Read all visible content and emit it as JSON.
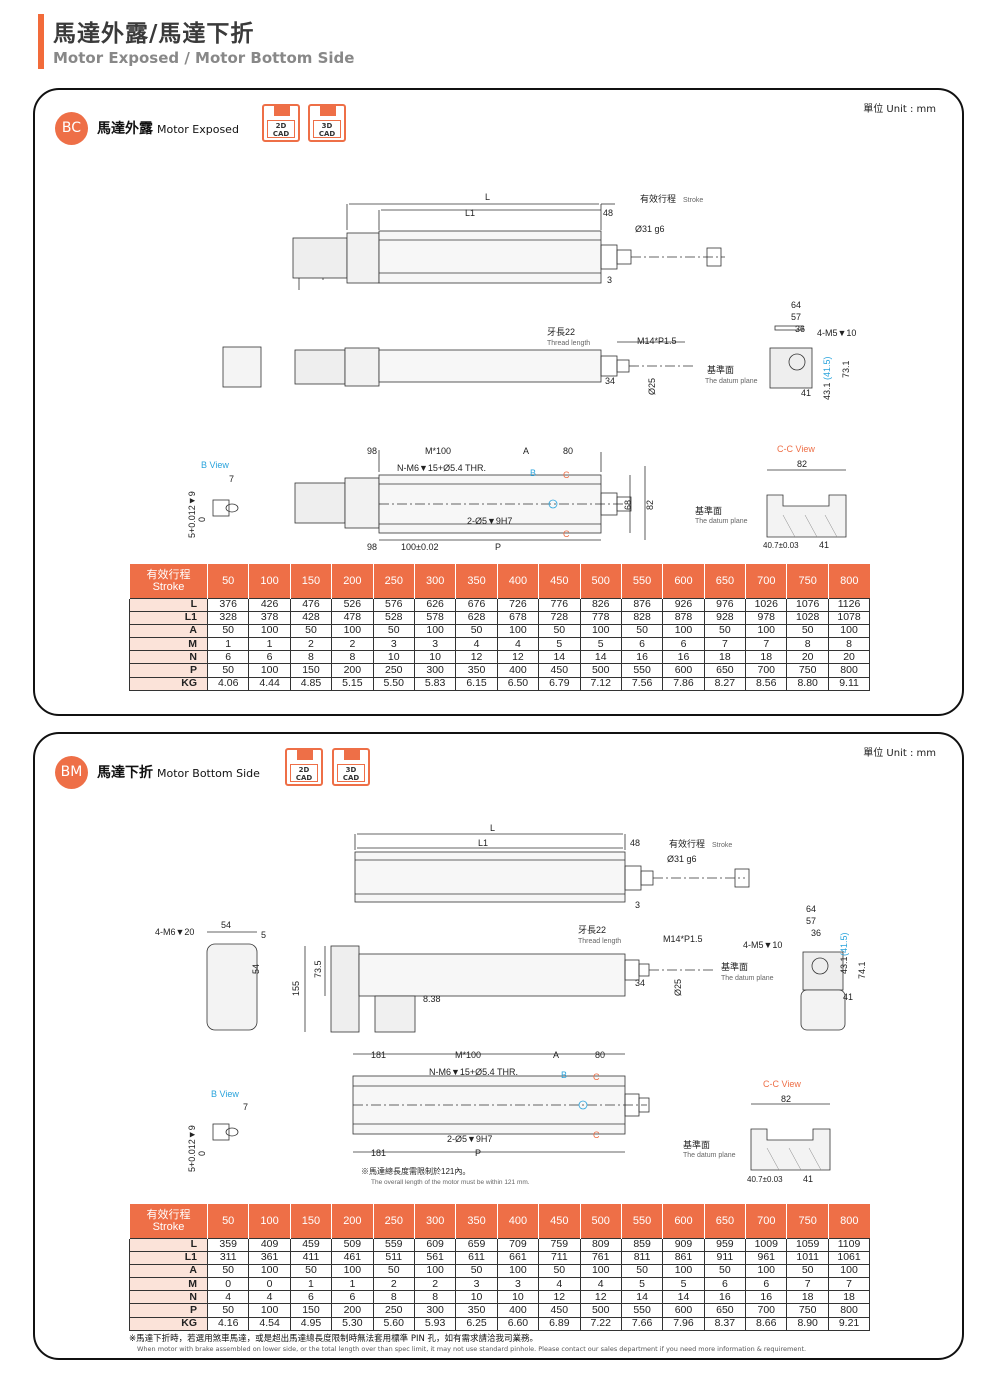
{
  "header": {
    "title": "馬達外露/馬達下折",
    "subtitle": "Motor Exposed / Motor Bottom Side"
  },
  "unit_label": "單位 Unit : mm",
  "cad": {
    "d2": "2D",
    "d3": "3D",
    "cad": "CAD"
  },
  "sections": [
    {
      "code": "BC",
      "title_zh": "馬達外露",
      "title_en": "Motor Exposed",
      "table": {
        "header": "有效行程",
        "header_en": "Stroke",
        "strokes": [
          "50",
          "100",
          "150",
          "200",
          "250",
          "300",
          "350",
          "400",
          "450",
          "500",
          "550",
          "600",
          "650",
          "700",
          "750",
          "800"
        ],
        "rows": [
          {
            "label": "L",
            "values": [
              "376",
              "426",
              "476",
              "526",
              "576",
              "626",
              "676",
              "726",
              "776",
              "826",
              "876",
              "926",
              "976",
              "1026",
              "1076",
              "1126"
            ]
          },
          {
            "label": "L1",
            "values": [
              "328",
              "378",
              "428",
              "478",
              "528",
              "578",
              "628",
              "678",
              "728",
              "778",
              "828",
              "878",
              "928",
              "978",
              "1028",
              "1078"
            ]
          },
          {
            "label": "A",
            "values": [
              "50",
              "100",
              "50",
              "100",
              "50",
              "100",
              "50",
              "100",
              "50",
              "100",
              "50",
              "100",
              "50",
              "100",
              "50",
              "100"
            ]
          },
          {
            "label": "M",
            "values": [
              "1",
              "1",
              "2",
              "2",
              "3",
              "3",
              "4",
              "4",
              "5",
              "5",
              "6",
              "6",
              "7",
              "7",
              "8",
              "8"
            ]
          },
          {
            "label": "N",
            "values": [
              "6",
              "6",
              "8",
              "8",
              "10",
              "10",
              "12",
              "12",
              "14",
              "14",
              "16",
              "16",
              "18",
              "18",
              "20",
              "20"
            ]
          },
          {
            "label": "P",
            "values": [
              "50",
              "100",
              "150",
              "200",
              "250",
              "300",
              "350",
              "400",
              "450",
              "500",
              "550",
              "600",
              "650",
              "700",
              "750",
              "800"
            ]
          },
          {
            "label": "KG",
            "values": [
              "4.06",
              "4.44",
              "4.85",
              "5.15",
              "5.50",
              "5.83",
              "6.15",
              "6.50",
              "6.79",
              "7.12",
              "7.56",
              "7.86",
              "8.27",
              "8.56",
              "8.80",
              "9.11"
            ]
          }
        ]
      },
      "drawing": {
        "L": "L",
        "L1": "L1",
        "d48": "48",
        "stroke": "有效行程",
        "stroke_en": "Stroke",
        "phi31": "Ø31 g6",
        "d3": "3",
        "thread": "牙長22",
        "thread_en": "Thread length",
        "m14": "M14*P1.5",
        "d34": "34",
        "phi25": "Ø25",
        "d64": "64",
        "d57": "57",
        "d36": "36",
        "m5": "4-M5▼10",
        "datum": "基準面",
        "datum_en": "The datum plane",
        "d41": "41",
        "d431": "43.1",
        "d415": "(41.5)",
        "d731": "73.1",
        "bview": "B View",
        "d7": "7",
        "pin": "5+0.012▼9",
        "pin0": "0",
        "d98": "98",
        "m100": "M*100",
        "A": "A",
        "d80": "80",
        "nm6": "N-M6▼15+Ø5.4 THR.",
        "B": "B",
        "C": "C",
        "phi5": "2-Ø5▼9H7",
        "d98b": "98",
        "p100": "100±0.02",
        "P": "P",
        "d68": "68",
        "d82": "82",
        "ccview": "C-C View",
        "d82b": "82",
        "d407": "40.7±0.03",
        "d41b": "41"
      }
    },
    {
      "code": "BM",
      "title_zh": "馬達下折",
      "title_en": "Motor Bottom Side",
      "table": {
        "header": "有效行程",
        "header_en": "Stroke",
        "strokes": [
          "50",
          "100",
          "150",
          "200",
          "250",
          "300",
          "350",
          "400",
          "450",
          "500",
          "550",
          "600",
          "650",
          "700",
          "750",
          "800"
        ],
        "rows": [
          {
            "label": "L",
            "values": [
              "359",
              "409",
              "459",
              "509",
              "559",
              "609",
              "659",
              "709",
              "759",
              "809",
              "859",
              "909",
              "959",
              "1009",
              "1059",
              "1109"
            ]
          },
          {
            "label": "L1",
            "values": [
              "311",
              "361",
              "411",
              "461",
              "511",
              "561",
              "611",
              "661",
              "711",
              "761",
              "811",
              "861",
              "911",
              "961",
              "1011",
              "1061"
            ]
          },
          {
            "label": "A",
            "values": [
              "50",
              "100",
              "50",
              "100",
              "50",
              "100",
              "50",
              "100",
              "50",
              "100",
              "50",
              "100",
              "50",
              "100",
              "50",
              "100"
            ]
          },
          {
            "label": "M",
            "values": [
              "0",
              "0",
              "1",
              "1",
              "2",
              "2",
              "3",
              "3",
              "4",
              "4",
              "5",
              "5",
              "6",
              "6",
              "7",
              "7"
            ]
          },
          {
            "label": "N",
            "values": [
              "4",
              "4",
              "6",
              "6",
              "8",
              "8",
              "10",
              "10",
              "12",
              "12",
              "14",
              "14",
              "16",
              "16",
              "18",
              "18"
            ]
          },
          {
            "label": "P",
            "values": [
              "50",
              "100",
              "150",
              "200",
              "250",
              "300",
              "350",
              "400",
              "450",
              "500",
              "550",
              "600",
              "650",
              "700",
              "750",
              "800"
            ]
          },
          {
            "label": "KG",
            "values": [
              "4.16",
              "4.54",
              "4.95",
              "5.30",
              "5.60",
              "5.93",
              "6.25",
              "6.60",
              "6.89",
              "7.22",
              "7.66",
              "7.96",
              "8.37",
              "8.66",
              "8.90",
              "9.21"
            ]
          }
        ]
      },
      "drawing": {
        "L": "L",
        "L1": "L1",
        "d48": "48",
        "stroke": "有效行程",
        "stroke_en": "Stroke",
        "phi31": "Ø31 g6",
        "d3": "3",
        "m6": "4-M6▼20",
        "d54": "54",
        "d5": "5",
        "d54v": "54",
        "d155": "155",
        "d735": "73.5",
        "d838": "8.38",
        "thread": "牙長22",
        "thread_en": "Thread length",
        "m14": "M14*P1.5",
        "d34": "34",
        "phi25": "Ø25",
        "d64": "64",
        "d57": "57",
        "d36": "36",
        "m5": "4-M5▼10",
        "datum": "基準面",
        "datum_en": "The datum plane",
        "d41": "41",
        "d431": "43.1",
        "d415": "(41.5)",
        "d741": "74.1",
        "bview": "B View",
        "d7": "7",
        "pin": "5+0.012▼9",
        "pin0": "0",
        "d181": "181",
        "m100": "M*100",
        "A": "A",
        "d80": "80",
        "nm6": "N-M6▼15+Ø5.4 THR.",
        "B": "B",
        "C": "C",
        "phi5": "2-Ø5▼9H7",
        "d181b": "181",
        "P": "P",
        "limit": "※馬達總長度需限制於121內。",
        "limit_en": "The overall length of the motor must be within 121 mm.",
        "ccview": "C-C View",
        "d82b": "82",
        "d407": "40.7±0.03",
        "d41b": "41"
      },
      "note": "※馬達下折時，若選用煞車馬達，或是超出馬達總長度限制時無法套用標準 PIN 孔，如有需求請洽我司業務。",
      "note_en": "When motor with brake assembled on lower side, or the total length over than spec limit, it may not use standard pinhole. Please contact our sales department if you need more information & requirement."
    }
  ]
}
